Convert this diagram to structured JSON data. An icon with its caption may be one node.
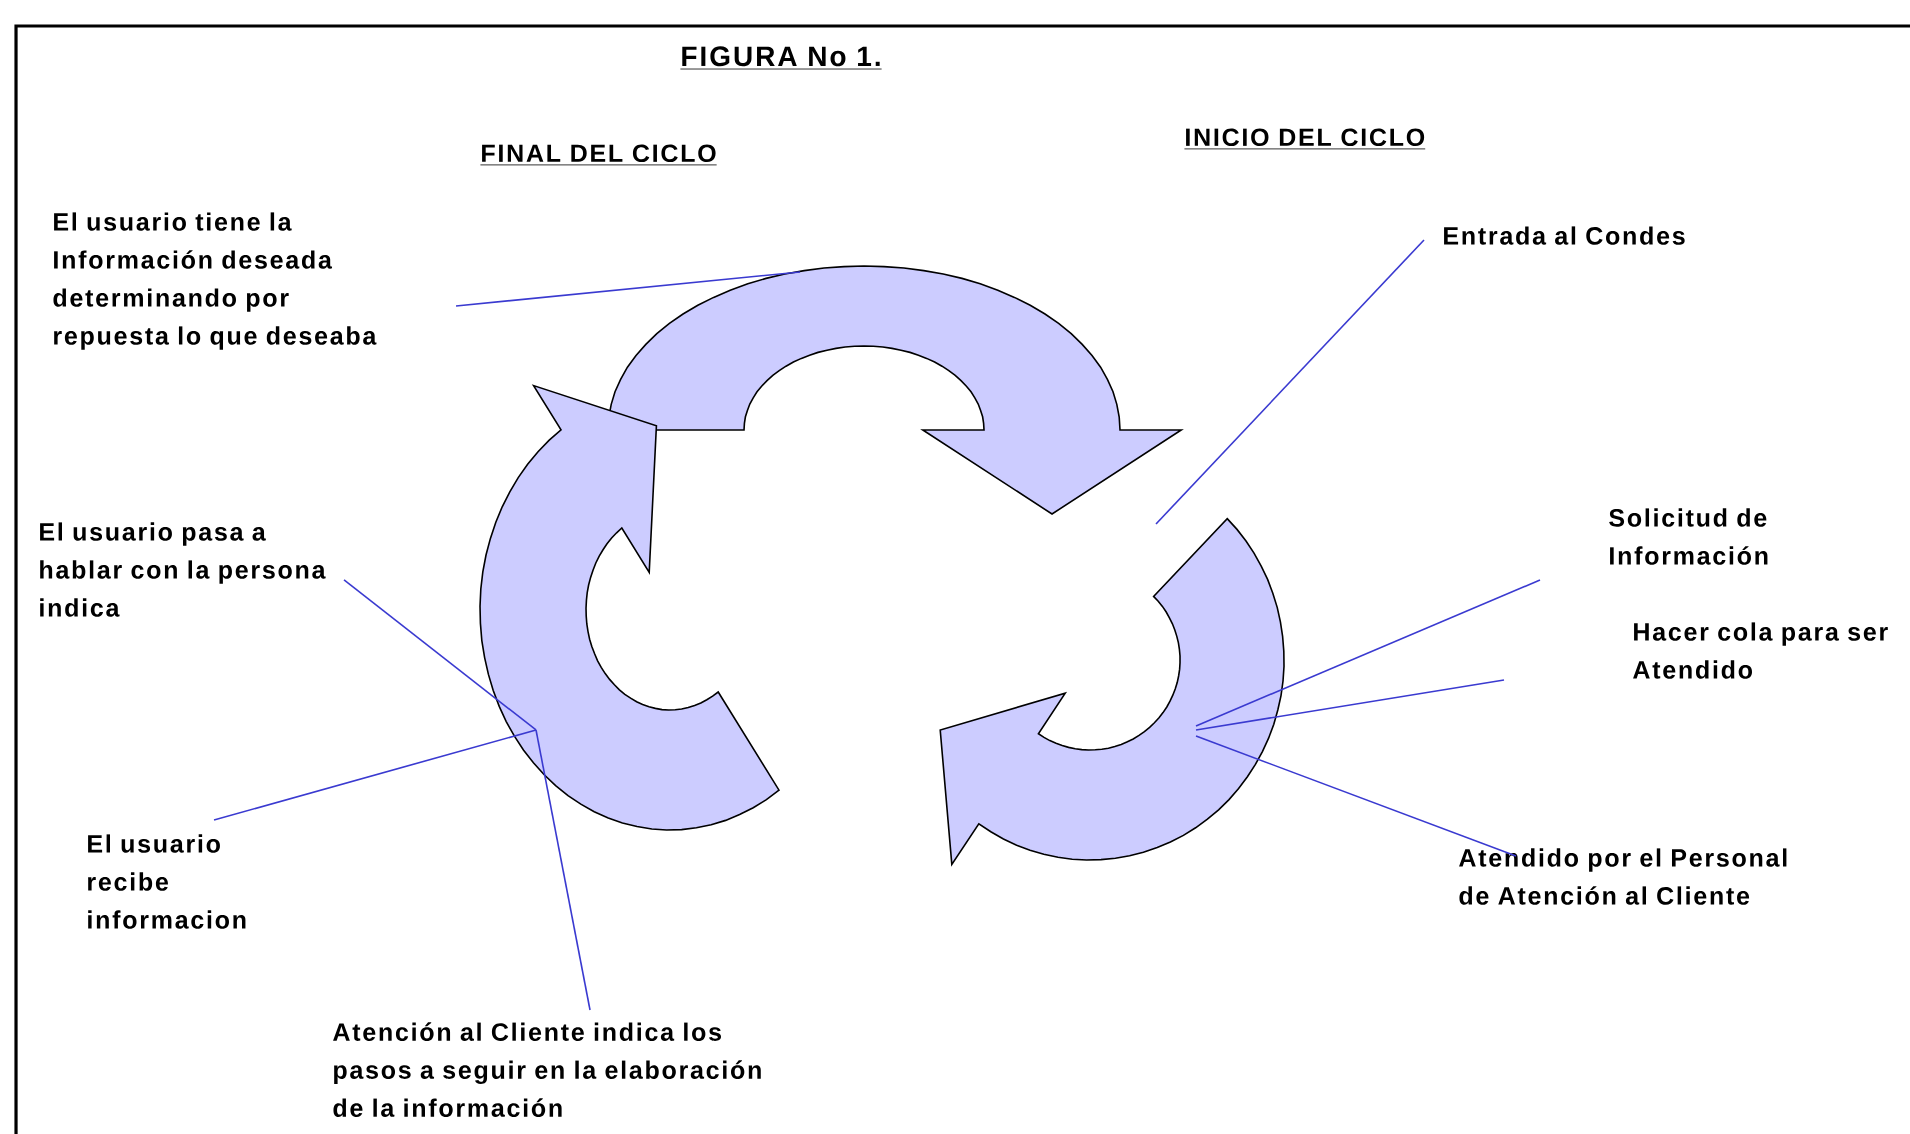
{
  "diagram": {
    "title": "FIGURA No 1.",
    "nodes": [
      {
        "text": [
          "El usuario tiene la Información deseada determinando por repuesta lo que deseaba"
        ]
      },
      {
        "text": [
          "Entrada al Condes"
        ]
      },
      {
        "text": [
          "El usuario pasa a hablar con la persona indica"
        ]
      },
      {
        "text": [
          "Solicitud de Información"
        ]
      },
      {
        "text": [
          "Hacer cola para ser Atendido"
        ]
      },
      {
        "text": [
          "El usuario recibe informacion"
        ]
      },
      {
        "text": [
          "Atendido por el Personal de Atención al Cliente"
        ]
      },
      {
        "text": [
          "Atención al Cliente indica los pasos a seguir en la elaboración de la información"
        ]
      },
      {
        "text": [],
        "shape": "arrow"
      },
      {
        "text": [],
        "shape": "arrow"
      },
      {
        "text": [],
        "shape": "arrow"
      }
    ],
    "edges": [
      {
        "from": 0,
        "to": 8,
        "arrow": "none",
        "color": "#3a3ad0"
      },
      {
        "from": 1,
        "to": 9,
        "arrow": "none",
        "color": "#3a3ad0"
      },
      {
        "from": 2,
        "to": 10,
        "arrow": "none",
        "color": "#3a3ad0"
      },
      {
        "from": 3,
        "to": 9,
        "arrow": "none",
        "color": "#3a3ad0"
      },
      {
        "from": 4,
        "to": 9,
        "arrow": "none",
        "color": "#3a3ad0"
      },
      {
        "from": 5,
        "to": 10,
        "arrow": "none",
        "color": "#3a3ad0"
      },
      {
        "from": 6,
        "to": 9,
        "arrow": "none",
        "color": "#3a3ad0"
      },
      {
        "from": 7,
        "to": 10,
        "arrow": "none",
        "color": "#3a3ad0"
      }
    ],
    "labels": [
      "FINAL DEL CICLO",
      "INICIO DEL CICLO"
    ]
  }
}
